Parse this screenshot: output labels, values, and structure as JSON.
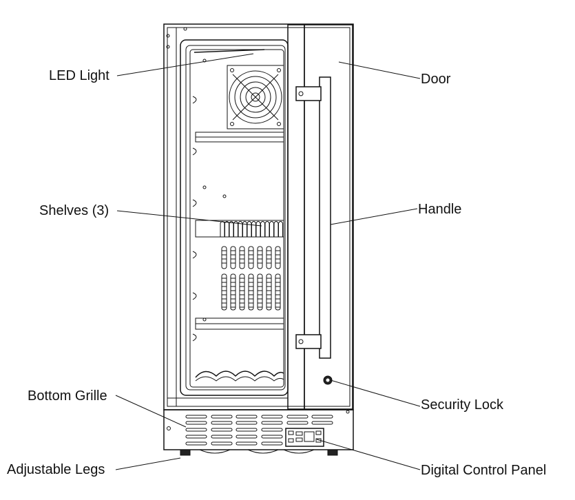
{
  "diagram": {
    "labels": {
      "led_light": "LED Light",
      "door": "Door",
      "shelves": "Shelves (3)",
      "handle": "Handle",
      "bottom_grille": "Bottom Grille",
      "security_lock": "Security Lock",
      "adjustable_legs": "Adjustable Legs",
      "digital_control_panel": "Digital Control Panel"
    }
  }
}
